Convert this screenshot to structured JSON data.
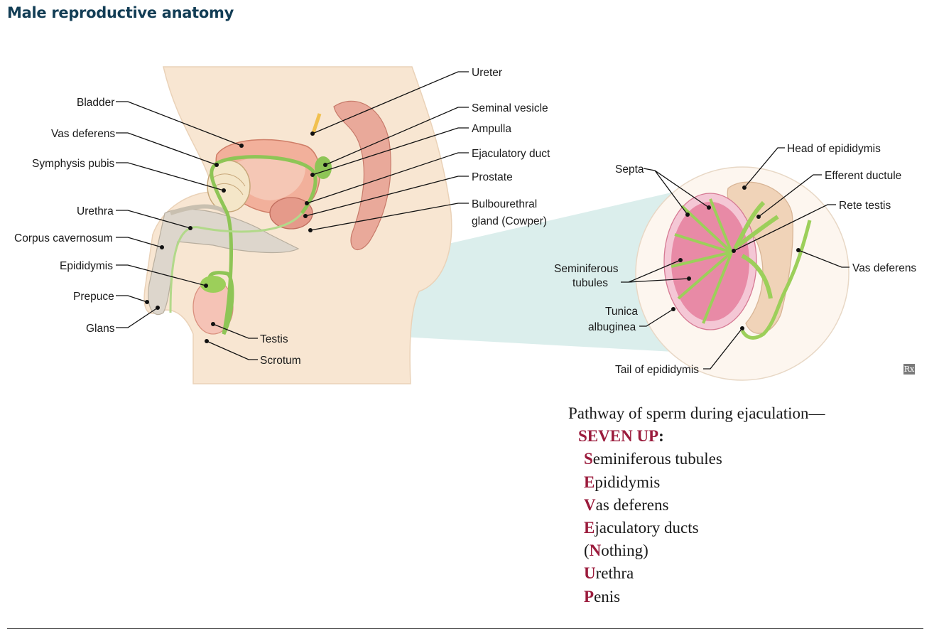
{
  "title": "Male reproductive anatomy",
  "labels": {
    "bladder": "Bladder",
    "vas_deferens": "Vas deferens",
    "symphysis_pubis": "Symphysis pubis",
    "urethra": "Urethra",
    "corpus_cavernosum": "Corpus cavernosum",
    "epididymis": "Epididymis",
    "prepuce": "Prepuce",
    "glans": "Glans",
    "testis": "Testis",
    "scrotum": "Scrotum",
    "ureter": "Ureter",
    "seminal_vesicle": "Seminal vesicle",
    "ampulla": "Ampulla",
    "ejaculatory_duct": "Ejaculatory duct",
    "prostate": "Prostate",
    "bulbourethral_line1": "Bulbourethral",
    "bulbourethral_line2": "gland (Cowper)",
    "septa": "Septa",
    "head_of_epididymis": "Head of epididymis",
    "efferent_ductule": "Efferent ductule",
    "rete_testis": "Rete testis",
    "vas_deferens_right": "Vas deferens",
    "seminiferous_line1": "Seminiferous",
    "seminiferous_line2": "tubules",
    "tunica_line1": "Tunica",
    "tunica_line2": "albuginea",
    "tail_of_epididymis": "Tail of epididymis"
  },
  "rx_icon": "Rx",
  "mnemonic": {
    "heading": "Pathway of sperm during ejaculation—",
    "title": "SEVEN UP",
    "title_colon": ":",
    "items": [
      {
        "letter": "S",
        "rest": "eminiferous tubules"
      },
      {
        "letter": "E",
        "rest": "pididymis"
      },
      {
        "letter": "V",
        "rest": "as deferens"
      },
      {
        "letter": "E",
        "rest": "jaculatory ducts"
      },
      {
        "prefix": "(",
        "letter": "N",
        "rest": "othing)"
      },
      {
        "letter": "U",
        "rest": "rethra"
      },
      {
        "letter": "P",
        "rest": "enis"
      }
    ]
  },
  "colors": {
    "title": "#123d55",
    "accent": "#9b1b3c",
    "skin": "#f6e2cd",
    "green_duct": "#9ccf5a",
    "pink_tissue": "#e58ca0",
    "magnify_band": "#cfe7e6"
  }
}
